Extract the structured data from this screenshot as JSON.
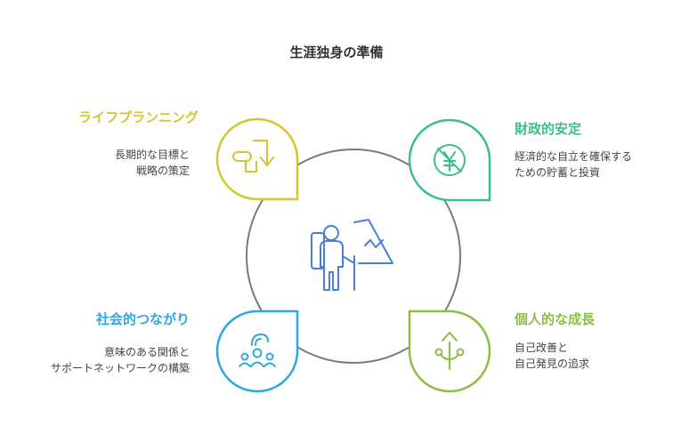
{
  "title": "生涯独身の準備",
  "colors": {
    "yellow": "#d4c72e",
    "teal": "#3dbf8a",
    "blue": "#2fa9dc",
    "green": "#8bbf43",
    "circle": "#7a7a7a",
    "center_icon": "#4a7fd9"
  },
  "sections": {
    "planning": {
      "heading": "ライフプランニング",
      "lines": [
        "長期的な目標と",
        "戦略の策定"
      ],
      "icon": "stairs-arrow-icon"
    },
    "finance": {
      "heading": "財政的安定",
      "lines": [
        "経済的な自立を確保する",
        "ための貯蓄と投資"
      ],
      "icon": "yen-coin-icon"
    },
    "social": {
      "heading": "社会的つながり",
      "lines": [
        "意味のある関係と",
        "サポートネットワークの構築"
      ],
      "icon": "people-network-icon"
    },
    "growth": {
      "heading": "個人的な成長",
      "lines": [
        "自己改善と",
        "自己発見の追求"
      ],
      "icon": "sprout-growth-icon"
    }
  },
  "center_icon": "hiker-mountain-icon"
}
